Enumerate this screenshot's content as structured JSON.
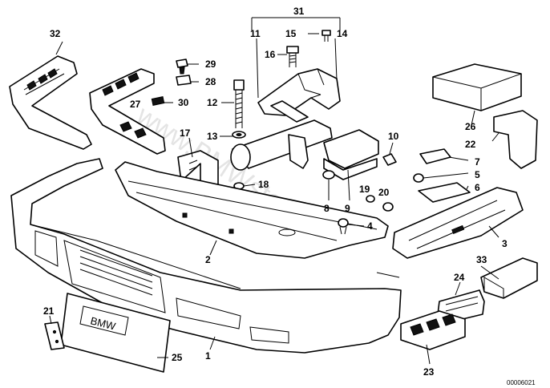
{
  "diagram": {
    "reference_number": "00006021",
    "watermark": "www.BMWstore.pl",
    "plate_text": "BMW",
    "callouts": [
      "1",
      "2",
      "3",
      "4",
      "5",
      "6",
      "7",
      "8",
      "9",
      "10",
      "11",
      "12",
      "13",
      "14",
      "15",
      "16",
      "17",
      "18",
      "19",
      "20",
      "21",
      "22",
      "23",
      "24",
      "25",
      "26",
      "27",
      "28",
      "29",
      "30",
      "31",
      "32",
      "33"
    ]
  }
}
